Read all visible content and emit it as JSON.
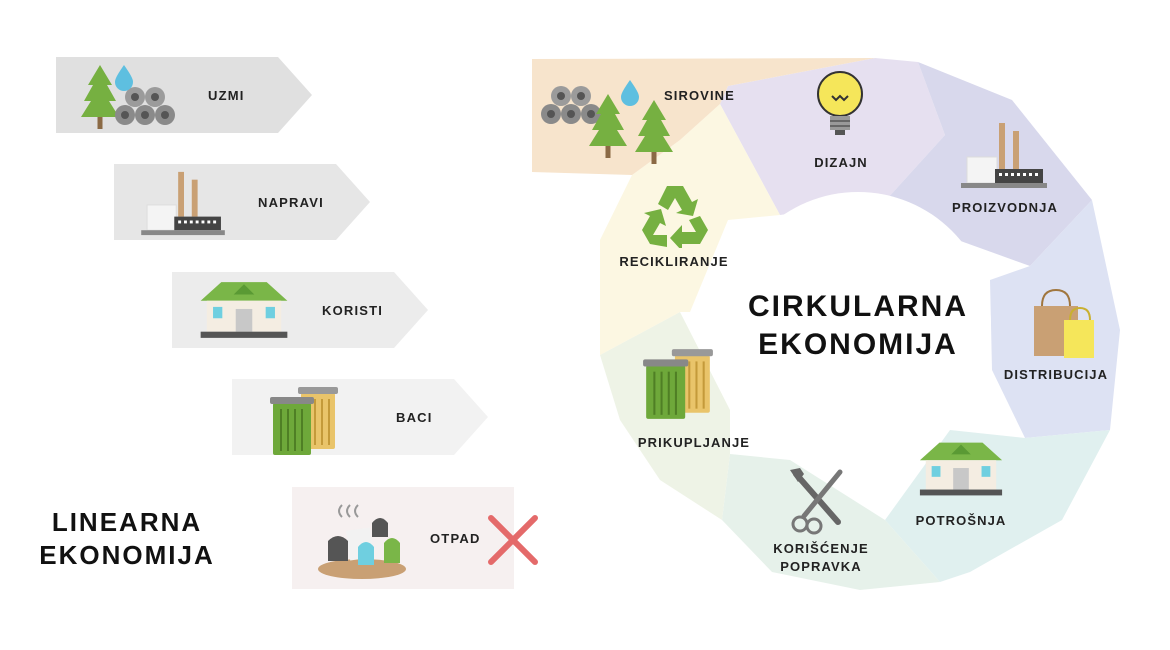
{
  "linear": {
    "title_line1": "LINEARNA",
    "title_line2": "EKONOMIJA",
    "steps": [
      {
        "label": "UZMI",
        "icon": "raw-materials-icon",
        "fill": "#e0e0e0"
      },
      {
        "label": "NAPRAVI",
        "icon": "factory-icon",
        "fill": "#e6e6e6"
      },
      {
        "label": "KORISTI",
        "icon": "house-icon",
        "fill": "#ececec"
      },
      {
        "label": "BACI",
        "icon": "trash-bins-icon",
        "fill": "#f2f2f2"
      },
      {
        "label": "OTPAD",
        "icon": "garbage-pile-icon",
        "fill": "#f6f0f0"
      }
    ],
    "end_mark": "red-x-icon"
  },
  "circular": {
    "title_line1": "CIRKULARNA",
    "title_line2": "EKONOMIJA",
    "stages": [
      {
        "label": "SIROVINE",
        "icon": "raw-materials-icon",
        "color": "#f7e4cc"
      },
      {
        "label": "DIZAJN",
        "icon": "lightbulb-icon",
        "color": "#e6e0f0"
      },
      {
        "label": "PROIZVODNJA",
        "icon": "factory-icon",
        "color": "#d8d8ec"
      },
      {
        "label": "DISTRIBUCIJA",
        "icon": "shopping-bags-icon",
        "color": "#dde2f3"
      },
      {
        "label": "POTROŠNJA",
        "icon": "house-icon",
        "color": "#e0f0ef"
      },
      {
        "label_line1": "KORIŠĆENJE",
        "label_line2": "POPRAVKA",
        "icon": "repair-tools-icon",
        "color": "#e6f1ea"
      },
      {
        "label": "PRIKUPLJANJE",
        "icon": "trash-bins-icon",
        "color": "#eef3e6"
      },
      {
        "label": "RECIKLIRANJE",
        "icon": "recycle-icon",
        "color": "#fcf7e2"
      }
    ]
  },
  "colors": {
    "tree_green": "#76b041",
    "pipe_gray": "#8a8a8a",
    "water_blue": "#5ebfe0",
    "chimney": "#c9a074",
    "roof_green": "#7ab648",
    "bin_green": "#6ea83a",
    "bin_yellow": "#e9c46a",
    "cross_red": "#e46a6a",
    "bulb_yellow": "#f5e65a"
  }
}
